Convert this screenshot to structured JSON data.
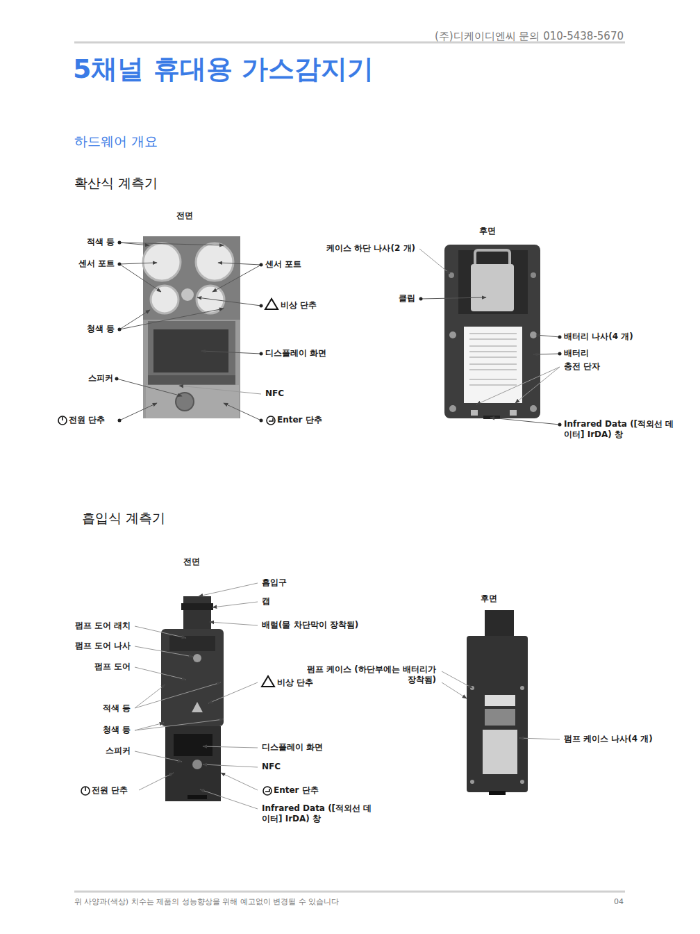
{
  "diagram": {
    "title": "5채널 휴대용 가스감지기",
    "labels": [
      "(주)디케이디엔씨 문의 010-5438-5670",
      "하드웨어 개요",
      "확산식 계측기",
      "전면",
      "적색 등",
      "센서 포트",
      "센서 포트",
      "비상 단추",
      "청색 등",
      "디스플레이 화면",
      "스피커",
      "NFC",
      "전원 단추",
      "Enter 단추",
      "후면",
      "케이스 하단 나사(2 개)",
      "클립",
      "배터리 나사(4 개)",
      "배터리",
      "충전 단자",
      "Infrared Data ([적외선 데이터] IrDA) 창",
      "흡입식 계측기",
      "전면",
      "흡입구",
      "캡",
      "배럴(물 차단막이 장착됨)",
      "펌프 도어 래치",
      "펌프 도어 나사",
      "펌프 도어",
      "비상 단추",
      "적색 등",
      "청색 등",
      "스피커",
      "디스플레이 화면",
      "NFC",
      "전원 단추",
      "Enter 단추",
      "Infrared Data ([적외선 데이터] IrDA) 창",
      "후면",
      "펌프 케이스 (하단부에는 배터리가 장착됨)",
      "펌프 케이스 나사(4 개)",
      "위 사양과(색상) 치수는 제품의 성능향상을 위해 예고없이 변경될 수 있습니다",
      "04"
    ]
  }
}
